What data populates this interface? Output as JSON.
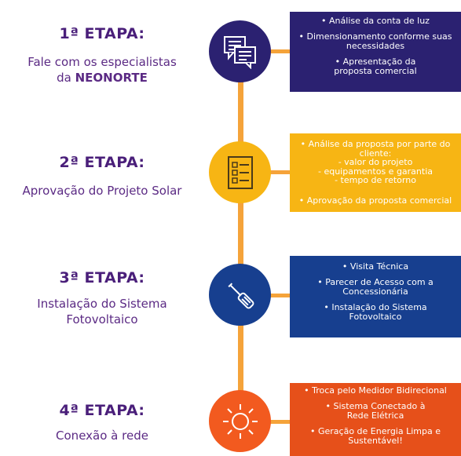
{
  "steps": [
    {
      "title": "1ª ETAPA:",
      "desc_line1": "Fale com os especialistas",
      "desc_line2_prefix": "da ",
      "desc_line2_brand": "NEONORTE",
      "box_items": [
        "• Análise da conta de luz",
        "• Dimensionamento conforme suas necessidades",
        "• Apresentação da proposta comercial"
      ],
      "icon": "chat-document-icon",
      "circle_color": "#2b2171",
      "box_color": "#2b2171"
    },
    {
      "title": "2ª ETAPA:",
      "desc": "Aprovação do Projeto Solar",
      "box_items": [
        "• Análise da proposta por parte do cliente:",
        "- valor do projeto",
        "- equipamentos e garantia",
        "- tempo de retorno",
        "• Aprovação da proposta comercial"
      ],
      "icon": "checklist-icon",
      "circle_color": "#f7b514",
      "box_color": "#f7b514"
    },
    {
      "title": "3ª ETAPA:",
      "desc_line1": "Instalação do Sistema",
      "desc_line2": "Fotovoltaico",
      "box_items": [
        "• Visita Técnica",
        "• Parecer de Acesso com a Concessionária",
        "• Instalação do Sistema Fotovoltaico"
      ],
      "icon": "screwdriver-icon",
      "circle_color": "#173f8f",
      "box_color": "#173f8f"
    },
    {
      "title": "4ª ETAPA:",
      "desc": "Conexão à rede",
      "box_items": [
        "• Troca pelo Medidor Bidirecional",
        "• Sistema Conectado à Rede Elétrica",
        "• Geração de Energia Limpa e Sustentável!"
      ],
      "icon": "sun-icon",
      "circle_color": "#f25a1f",
      "box_color": "#e6501a"
    }
  ]
}
